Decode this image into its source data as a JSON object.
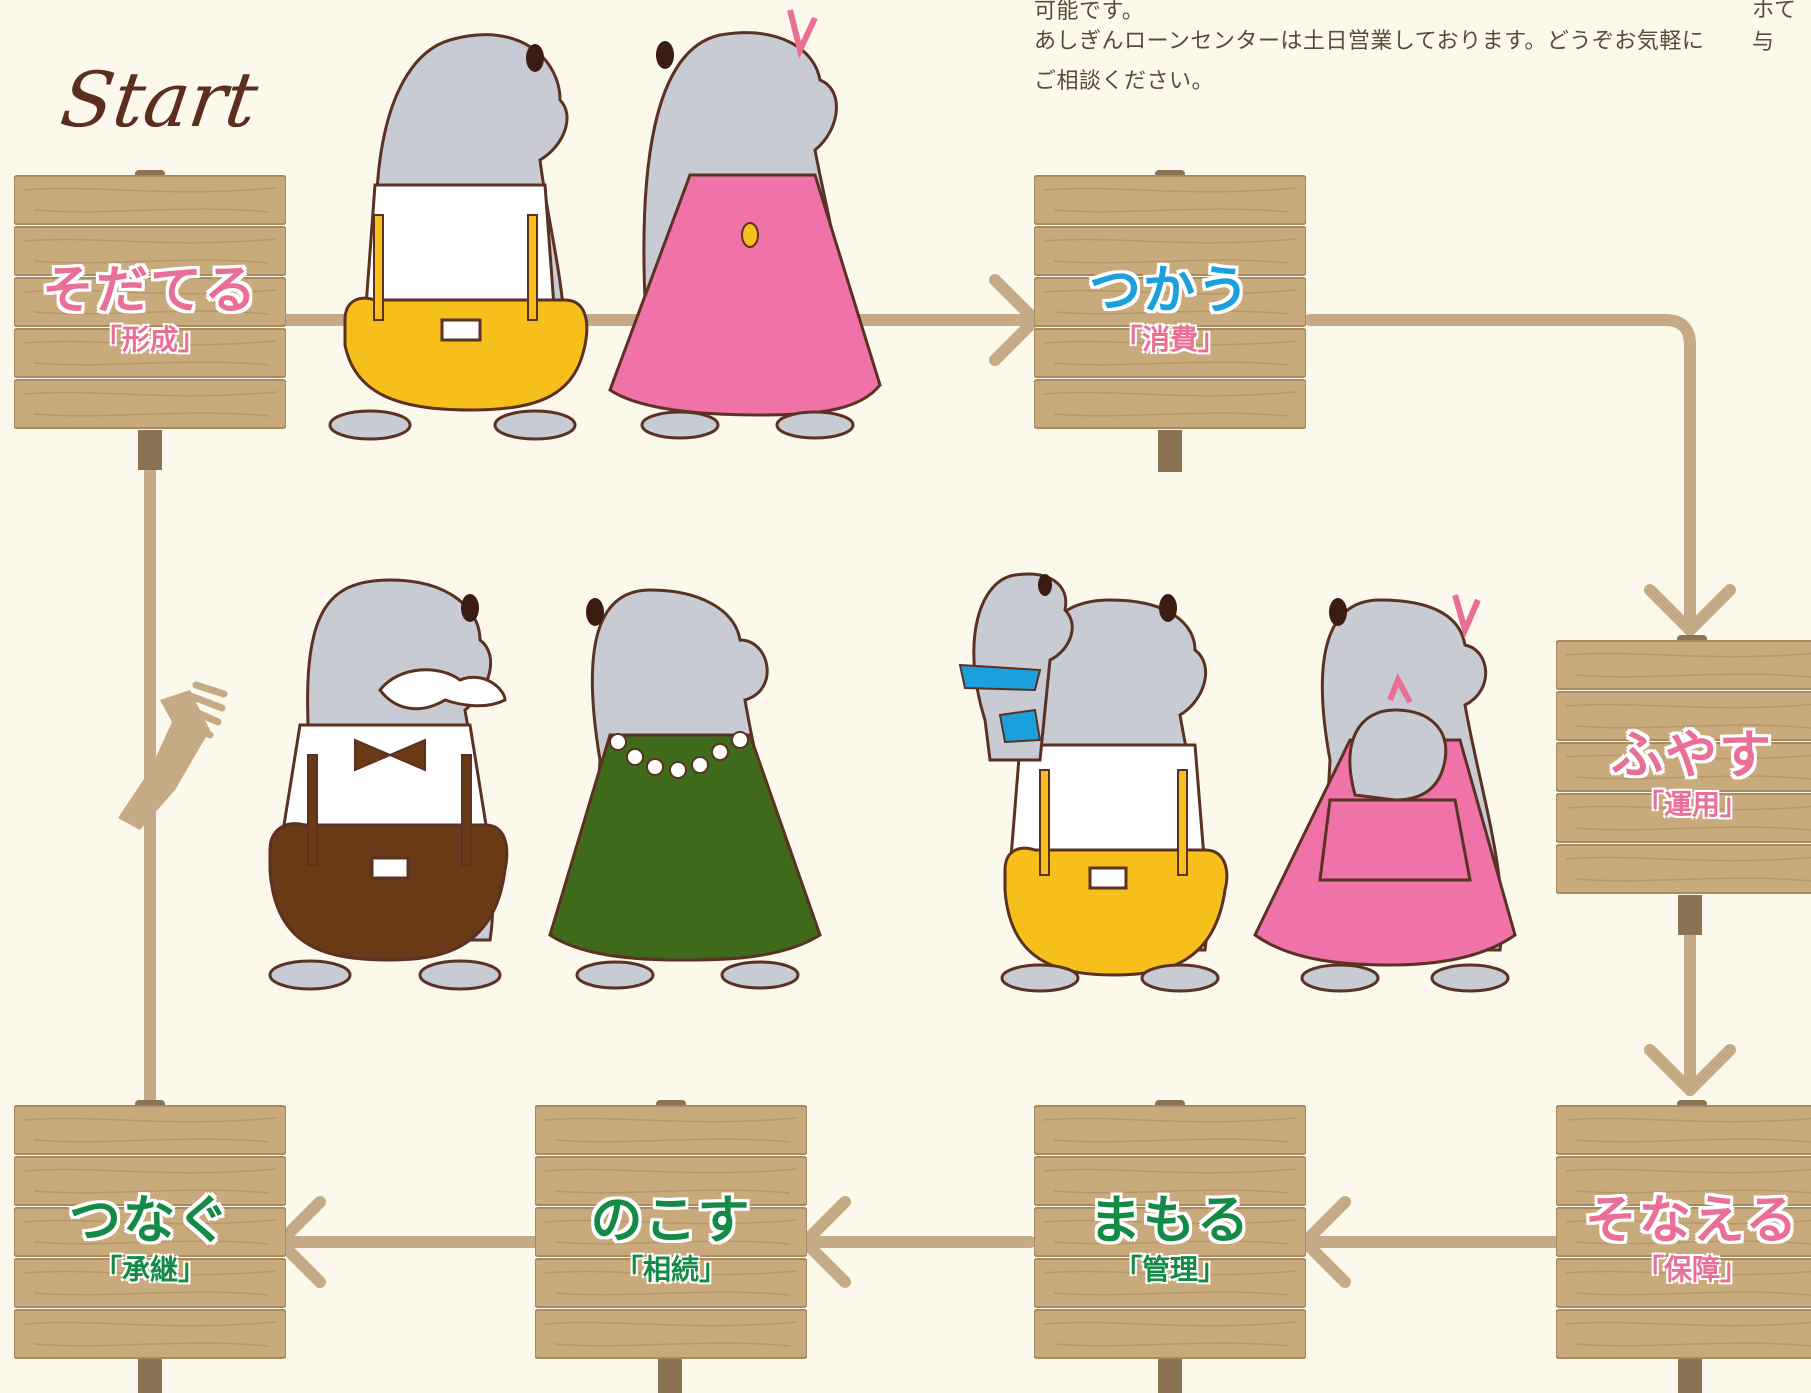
{
  "intro": {
    "line0": "可能です。",
    "line1": "あしぎんローンセンターは土日営業しております。どうぞお気軽に",
    "line2": "ご相談ください。",
    "right_fragment": "ホて与"
  },
  "start_label": "Start",
  "stages": [
    {
      "main": "そだてる",
      "sub": "「形成」",
      "color": "#ea6f96"
    },
    {
      "main": "つかう",
      "sub": "「消費」",
      "color": "#1aa0dc"
    },
    {
      "main": "ふやす",
      "sub": "「運用」",
      "color": "#ea6f96"
    },
    {
      "main": "そなえる",
      "sub": "「保障」",
      "color": "#ea6f96"
    },
    {
      "main": "まもる",
      "sub": "「管理」",
      "color": "#138a45"
    },
    {
      "main": "のこす",
      "sub": "「相続」",
      "color": "#138a45"
    },
    {
      "main": "つなぐ",
      "sub": "「承継」",
      "color": "#138a45"
    }
  ],
  "colors": {
    "background": "#fdf8ec",
    "wood": "#c9aa7d",
    "wood_dark": "#a88a60",
    "path": "#c4ab85",
    "mole": "#c8cbd4",
    "outline": "#5b3222"
  }
}
